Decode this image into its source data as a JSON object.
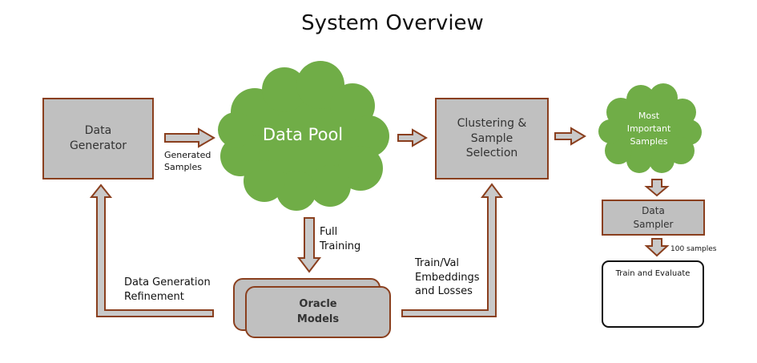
{
  "title": "System Overview",
  "nodes": {
    "data_generator": "Data\nGenerator",
    "data_pool": "Data Pool",
    "clustering": "Clustering &\nSample\nSelection",
    "most_important": "Most\nImportant\nSamples",
    "data_sampler": "Data\nSampler",
    "oracle_models": "Oracle\nModels",
    "train_evaluate": "Train and Evaluate"
  },
  "edge_labels": {
    "generated_samples": "Generated\nSamples",
    "full_training": "Full\nTraining",
    "train_val": "Train/Val\nEmbeddings\nand Losses",
    "data_generation_refinement": "Data Generation\nRefinement",
    "hundred_samples": "100 samples"
  },
  "colors": {
    "box_fill": "#c0c0c0",
    "box_border": "#8a3f1e",
    "cloud_fill": "#70ad47",
    "arrow_fill": "#c9c9c9",
    "arrow_stroke": "#8a3f1e",
    "nn_node": "#4a7fc1"
  }
}
